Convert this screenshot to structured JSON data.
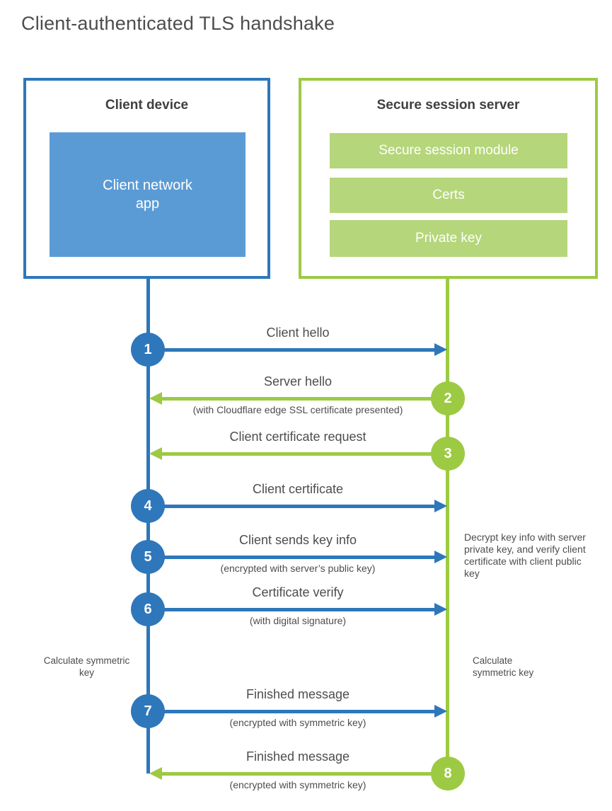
{
  "title": "Client-authenticated TLS handshake",
  "client_box": {
    "title": "Client device",
    "app_label": "Client network app"
  },
  "server_box": {
    "title": "Secure session server",
    "modules": [
      "Secure session module",
      "Certs",
      "Private key"
    ]
  },
  "steps": [
    {
      "num": 1,
      "actor": "client",
      "direction": "right",
      "label": "Client hello",
      "sub": ""
    },
    {
      "num": 2,
      "actor": "server",
      "direction": "left",
      "label": "Server hello",
      "sub": "(with Cloudflare edge SSL certificate presented)"
    },
    {
      "num": 3,
      "actor": "server",
      "direction": "left",
      "label": "Client certificate request",
      "sub": ""
    },
    {
      "num": 4,
      "actor": "client",
      "direction": "right",
      "label": "Client certificate",
      "sub": ""
    },
    {
      "num": 5,
      "actor": "client",
      "direction": "right",
      "label": "Client sends key info",
      "sub": "(encrypted with server’s public key)"
    },
    {
      "num": 6,
      "actor": "client",
      "direction": "right",
      "label": "Certificate verify",
      "sub": "(with digital signature)"
    },
    {
      "num": 7,
      "actor": "client",
      "direction": "right",
      "label": "Finished message",
      "sub": "(encrypted with symmetric key)"
    },
    {
      "num": 8,
      "actor": "server",
      "direction": "left",
      "label": "Finished message",
      "sub": "(encrypted with symmetric key)"
    }
  ],
  "annotations": {
    "decrypt_note": "Decrypt key info with server private key, and verify client certificate with client public key",
    "calc_left": "Calculate symmetric key",
    "calc_right": "Calculate symmetric key"
  },
  "colors": {
    "blue": "#2e77bb",
    "blue_fill": "#5b9bd5",
    "green": "#9dca43",
    "green_fill": "#b5d67a",
    "text": "#4d4d4d",
    "title_text": "#3f3f3f"
  }
}
